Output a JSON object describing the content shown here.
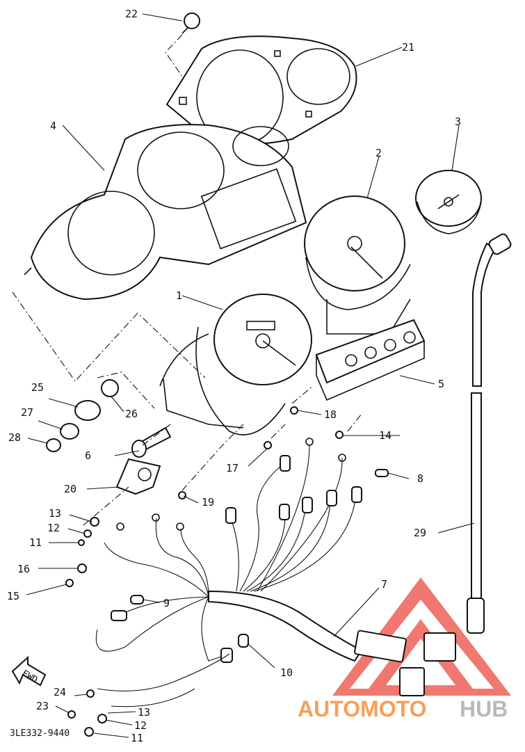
{
  "diagram": {
    "part_numbers": [
      "1",
      "2",
      "3",
      "4",
      "5",
      "6",
      "7",
      "8",
      "9",
      "10",
      "11",
      "11",
      "12",
      "12",
      "13",
      "13",
      "14",
      "15",
      "16",
      "17",
      "18",
      "19",
      "20",
      "21",
      "22",
      "23",
      "24",
      "25",
      "26",
      "27",
      "28",
      "29"
    ],
    "direction_label": "FWD",
    "drawing_code": "3LE332-9440"
  },
  "watermark": {
    "text_colored": "AUTOMOTO",
    "text_grey": "HUB",
    "colors": {
      "orange": "#f4a15a",
      "red": "#e8524f",
      "grey": "#b9b9bd"
    }
  }
}
